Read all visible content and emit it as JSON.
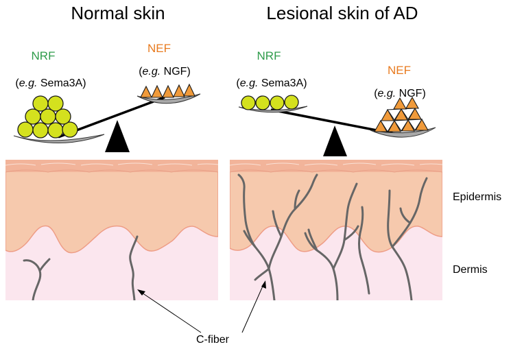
{
  "titles": {
    "left": "Normal skin",
    "right": "Lesional skin of AD"
  },
  "labels": {
    "nrf": "NRF",
    "nef": "NEF",
    "eg": "e.g.",
    "sema3a": "Sema3A",
    "ngf": "NGF",
    "epidermis": "Epidermis",
    "dermis": "Dermis",
    "cfiber": "C-fiber"
  },
  "colors": {
    "nrf_green": "#2e9b4a",
    "nef_orange": "#e87a1e",
    "ball_yellow": "#d4e11e",
    "triangle_orange": "#f09a3a",
    "epidermis": "#f6c9ad",
    "stratum_corneum": "#f2b49a",
    "dermis": "#fbe6ee",
    "nerve_fiber": "#666666"
  }
}
